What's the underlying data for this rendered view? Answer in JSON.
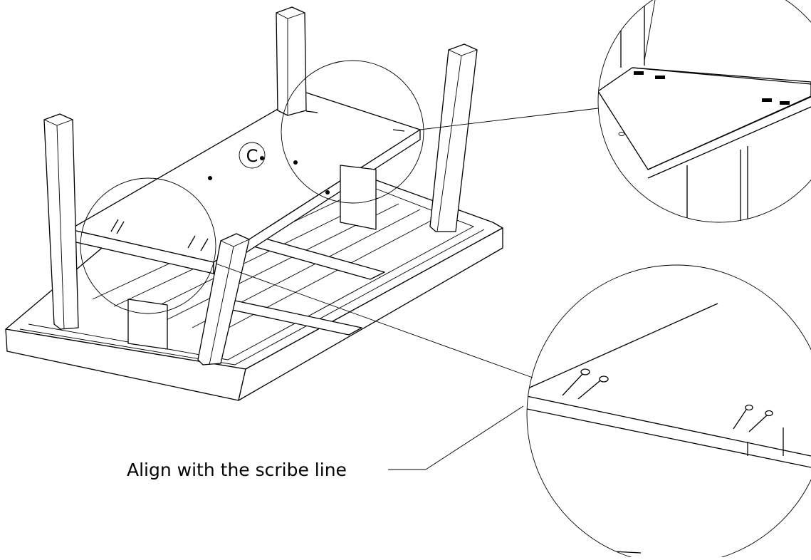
{
  "diagram": {
    "callouts": {
      "part_label": "C",
      "scribe_note": "Align with the scribe line"
    },
    "detail_views": [
      "detail-top-right",
      "detail-bottom-right"
    ],
    "line_color": "#000000",
    "background_color": "#ffffff"
  }
}
